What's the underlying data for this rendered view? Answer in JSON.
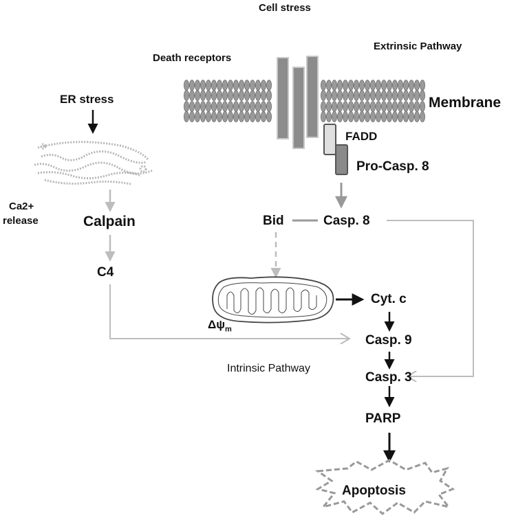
{
  "diagram": {
    "cell_stress": "Cell stress",
    "extrinsic_pathway": "Extrinsic Pathway",
    "death_receptors": "Death receptors",
    "membrane": "Membrane",
    "er_stress": "ER stress",
    "fadd": "FADD",
    "pro_casp8": "Pro-Casp. 8",
    "ca_release_line1": "Ca2+",
    "ca_release_line2": "release",
    "calpain": "Calpain",
    "bid": "Bid",
    "casp8": "Casp. 8",
    "c4": "C4",
    "cyt_c": "Cyt. c",
    "delta_psi": "Δψ",
    "delta_psi_sub": "m",
    "casp9": "Casp. 9",
    "intrinsic_pathway": "Intrinsic Pathway",
    "casp3": "Casp. 3",
    "parp": "PARP",
    "apoptosis": "Apoptosis"
  },
  "colors": {
    "strong_arrow": "#111111",
    "light_arrow": "#bdbdbd",
    "mid_arrow": "#999999",
    "receptor": "#8c8c8c",
    "fadd_fill": "#e0e0e0",
    "procasp_fill": "#8a8a8a"
  }
}
